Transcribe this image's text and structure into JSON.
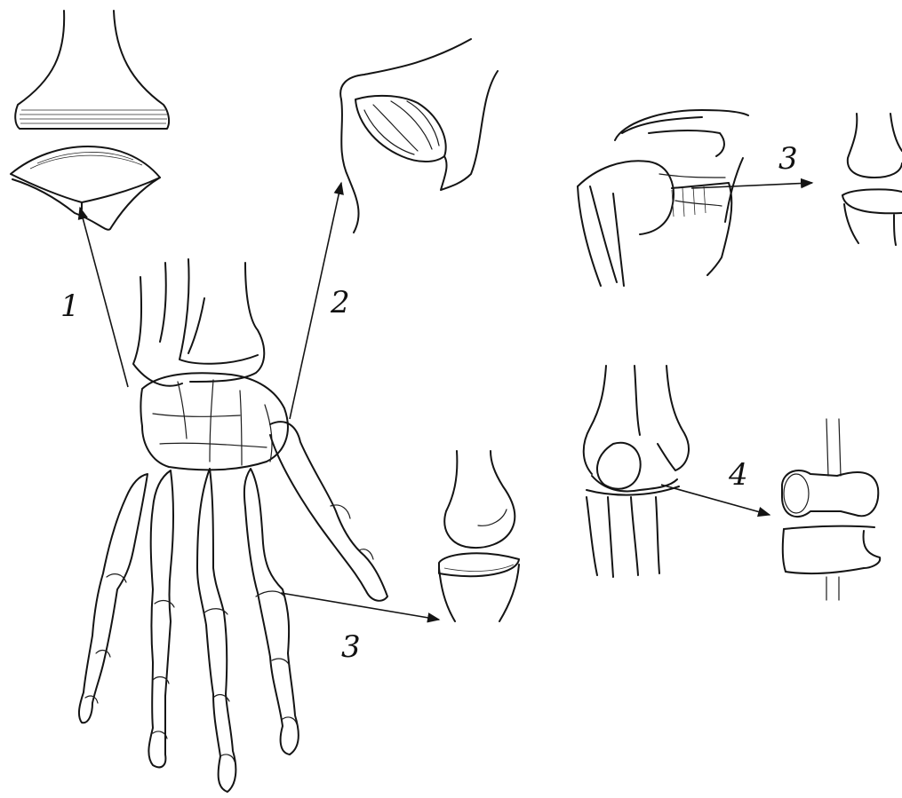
{
  "figure": {
    "labels": {
      "plane_joint": "1",
      "saddle_joint": "2",
      "ball_joint_hand": "3",
      "ball_joint_shoulder": "3",
      "hinge_joint": "4"
    },
    "colors": {
      "ink": "#141414",
      "background": "#ffffff"
    },
    "icons": [
      "arrow-icon"
    ]
  }
}
